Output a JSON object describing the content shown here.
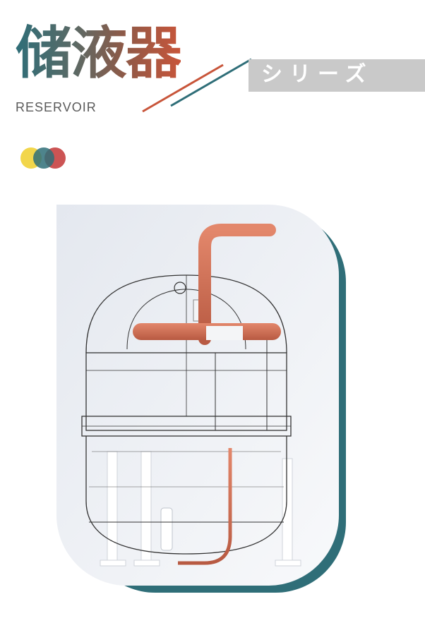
{
  "header": {
    "title": "储液器",
    "subtitle_en": "RESERVOIR",
    "series_label": "シリーズ"
  },
  "colors": {
    "teal": "#2f6e78",
    "rust": "#c8553a",
    "yellow": "#f2d64b",
    "red": "#c94b4b",
    "banner_gray": "#c9c9c9",
    "pipe_copper": "#d8745a"
  },
  "product": {
    "image": "reservoir-tank-3d-illustration"
  }
}
